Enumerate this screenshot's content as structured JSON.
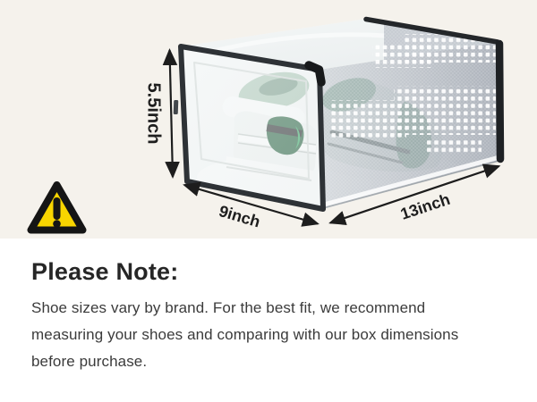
{
  "diagram": {
    "title": "shoe storage box dimension diagram",
    "height_label": "5.5inch",
    "width_label": "9inch",
    "depth_label": "13inch"
  },
  "note": {
    "heading": "Please Note:",
    "lines": [
      "Shoe sizes vary by brand. For the best fit, we recommend",
      "measuring your shoes and comparing with our box dimensions",
      "before purchase."
    ]
  },
  "icons": {
    "warning_triangle": "⚠"
  },
  "colors": {
    "hero_bg": "#f5f2ec",
    "section_bg": "#ffffff",
    "warning_yellow": "#f8d500",
    "frame_dark": "#2e3236",
    "rail_black": "#1e2124",
    "dimension_text": "#1e1e1e",
    "heading_text": "#262626",
    "body_text": "#3b3b3b",
    "mesh_gray": "#99a0ab",
    "shoe_sage": "#a6c4b1",
    "badge_green": "#1c5a36",
    "badge_bright_green": "#2da55e"
  }
}
